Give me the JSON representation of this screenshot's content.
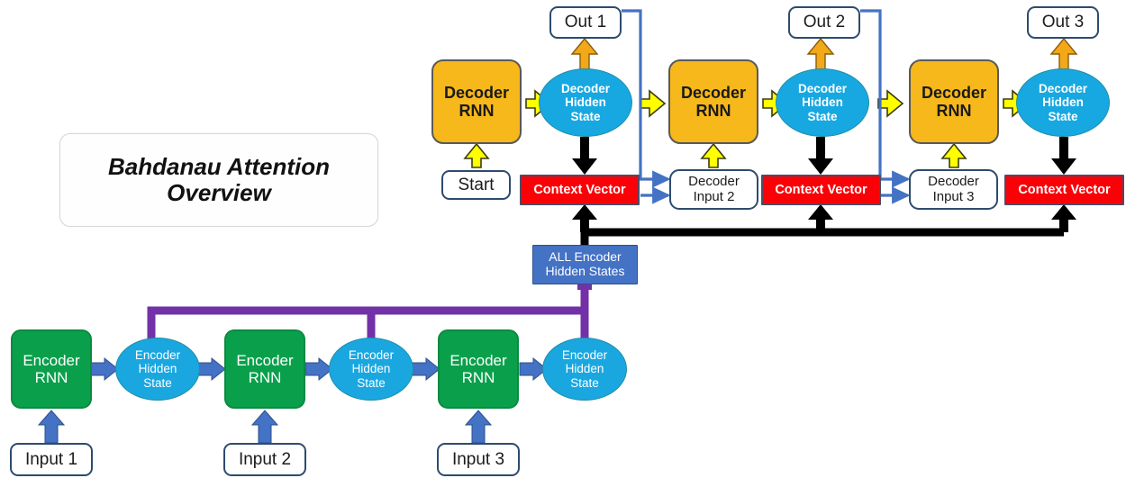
{
  "title": {
    "line1": "Bahdanau Attention",
    "line2": "Overview"
  },
  "labels": {
    "encoder_rnn": "Encoder\nRNN",
    "encoder_hidden_state": "Encoder\nHidden\nState",
    "decoder_rnn": "Decoder\nRNN",
    "decoder_hidden_state": "Decoder\nHidden\nState",
    "context_vector": "Context Vector",
    "all_encoder_hidden_states": "ALL Encoder\nHidden States",
    "start": "Start"
  },
  "encoder": {
    "inputs": [
      "Input 1",
      "Input 2",
      "Input 3"
    ],
    "rnns": [
      "Encoder RNN",
      "Encoder RNN",
      "Encoder RNN"
    ],
    "hidden_states": [
      "Encoder Hidden State",
      "Encoder Hidden State",
      "Encoder Hidden State"
    ]
  },
  "decoder": {
    "rnns": [
      "Decoder RNN",
      "Decoder RNN",
      "Decoder RNN"
    ],
    "hidden_states": [
      "Decoder Hidden State",
      "Decoder Hidden State",
      "Decoder Hidden State"
    ],
    "outputs": [
      "Out 1",
      "Out 2",
      "Out 3"
    ],
    "context_vectors": [
      "Context Vector",
      "Context Vector",
      "Context Vector"
    ],
    "decoder_inputs": [
      "Decoder Input 2",
      "Decoder Input 3"
    ],
    "start_token": "Start"
  },
  "attention": {
    "bus_label": "ALL Encoder Hidden States"
  },
  "colors": {
    "encoder_rnn": "#0aa04b",
    "decoder_rnn": "#f6b81b",
    "hidden_state": "#17a8e2",
    "context_vector": "#fb0007",
    "all_encoder_states": "#4472c4",
    "attention_bus": "#000000",
    "encoder_bus": "#7331a8",
    "output_link": "#4472c4",
    "decoder_flow_arrow": "#ffff00",
    "output_arrow": "#f3a81a",
    "box_border": "#2d4b6e"
  }
}
